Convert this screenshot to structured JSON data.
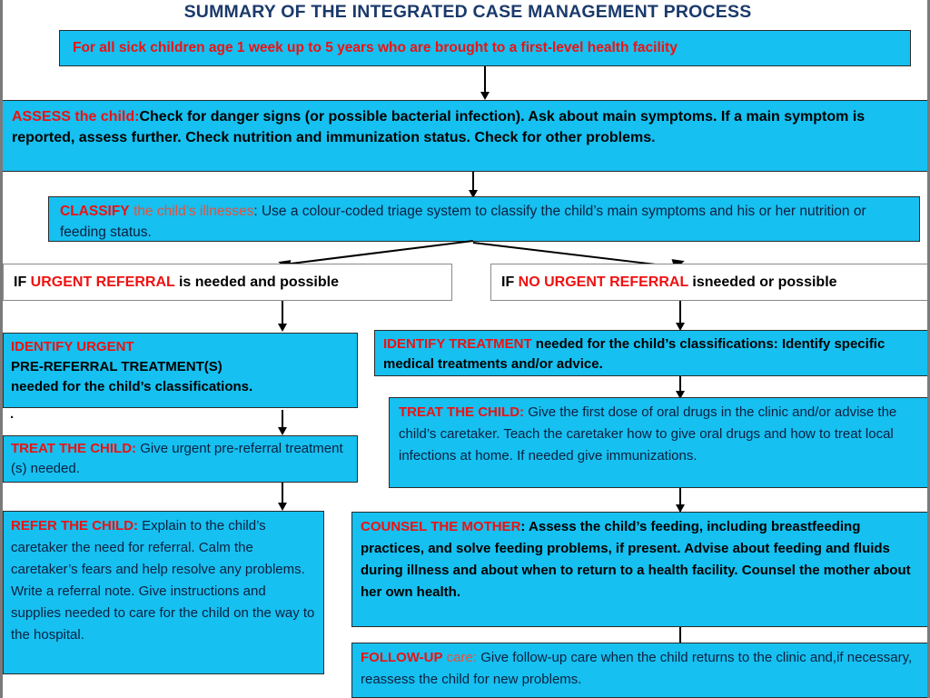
{
  "title": "SUMMARY OF THE INTEGRATED CASE MANAGEMENT PROCESS",
  "colors": {
    "box_fill": "#16c0f0",
    "box_border": "#2b2b2b",
    "title_text": "#1b3a6b",
    "accent_red": "#ee1111",
    "accent_red_light": "#e8503c",
    "body_text": "#000000",
    "white_box_border": "#8a8a8a",
    "page_bg": "#ffffff"
  },
  "header_box": {
    "text": "For all sick children age 1 week up to 5 years who are brought to a first-level health facility"
  },
  "assess_box": {
    "label": "ASSESS the child:",
    "body": "Check for danger signs (or possible bacterial infection). Ask about main symptoms. If a main symptom is reported, assess further. Check nutrition and immunization status. Check for other problems",
    "tail": "."
  },
  "classify_box": {
    "label": "CLASSIFY",
    "label2": " the child’s illnesses",
    "colon": ":",
    "body": " Use a colour-coded triage system to classify the child’s main symptoms and his or her nutrition or feeding status."
  },
  "branch_left": {
    "prefix": "IF ",
    "emphasis": "URGENT REFERRAL",
    "suffix": " is needed and possible"
  },
  "branch_right": {
    "prefix": "IF ",
    "emphasis": "NO URGENT REFERRAL",
    "suffix": " isneeded or possible"
  },
  "left_column": {
    "identify_urgent": {
      "line1": "IDENTIFY URGENT",
      "line2": "PRE-REFERRAL TREATMENT(S)",
      "line3": "needed for the child’s classifications."
    },
    "stray_dot": ".",
    "treat_child": {
      "label": "TREAT THE CHILD:",
      "body": " Give urgent pre-referral treatment (s) needed."
    },
    "refer_child": {
      "label": "REFER THE CHILD:",
      "body": " Explain to the child’s caretaker the need for referral. Calm the caretaker’s fears and help resolve any problems. Write a referral note. Give instructions and supplies needed to care for the child on the way to the hospital."
    }
  },
  "right_column": {
    "identify_treatment": {
      "label": "IDENTIFY TREATMENT",
      "body": " needed for the child’s classifications: Identify specific medical treatments and/or advice."
    },
    "treat_child": {
      "label": "TREAT THE CHILD:",
      "body": " Give the first dose of oral drugs in the clinic and/or advise the child’s caretaker. Teach the caretaker how to give oral drugs and how to treat local infections at home. If needed give immunizations."
    },
    "counsel_mother": {
      "label": "COUNSEL THE MOTHER",
      "colon": ":",
      "body": " Assess the child’s feeding, including breastfeeding practices, and solve feeding problems, if present. Advise about feeding and fluids during illness and about when to return to a health facility. Counsel the mother about her own health."
    },
    "follow_up": {
      "label": "FOLLOW-UP",
      "label2": " care:",
      "body": " Give follow-up care when the child returns to the clinic and,if necessary, reassess the child for new problems."
    }
  }
}
